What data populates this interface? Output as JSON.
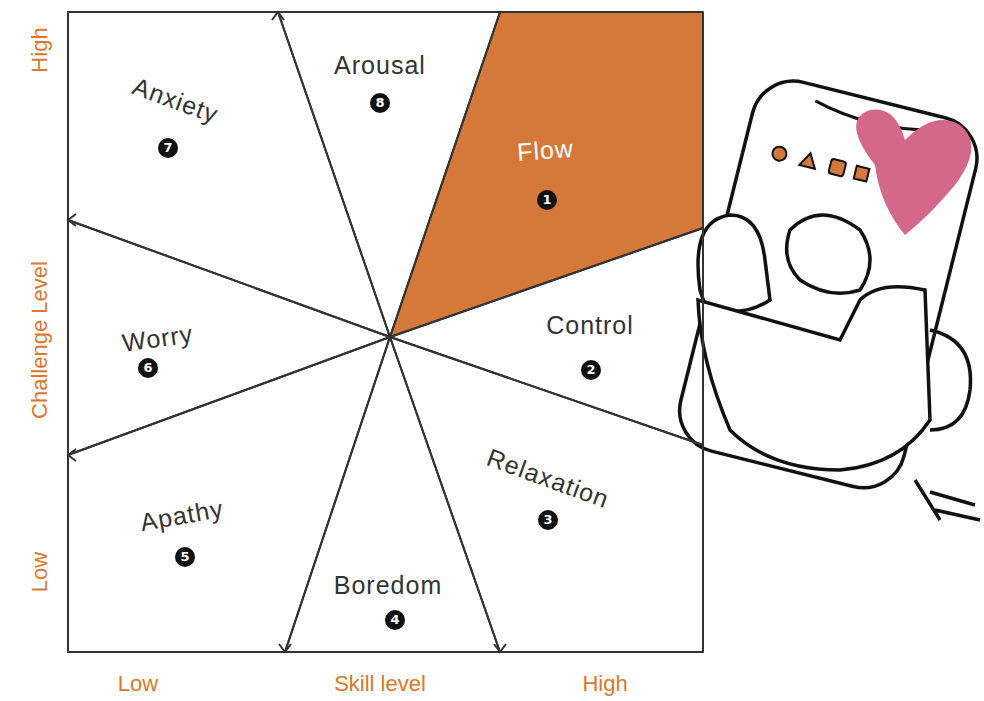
{
  "diagram": {
    "nodes": [
      {
        "text": [
          "Flow",
          "1"
        ]
      },
      {
        "text": [
          "Control",
          "2"
        ]
      },
      {
        "text": [
          "Relaxation",
          "3"
        ]
      },
      {
        "text": [
          "Boredom",
          "4"
        ]
      },
      {
        "text": [
          "Apathy",
          "5"
        ]
      },
      {
        "text": [
          "Worry",
          "6"
        ]
      },
      {
        "text": [
          "Anxiety",
          "7"
        ]
      },
      {
        "text": [
          "Arousal",
          "8"
        ]
      }
    ],
    "labels": [
      "High",
      "Challenge Level",
      "Low",
      "Low",
      "Skill level",
      "High"
    ]
  }
}
